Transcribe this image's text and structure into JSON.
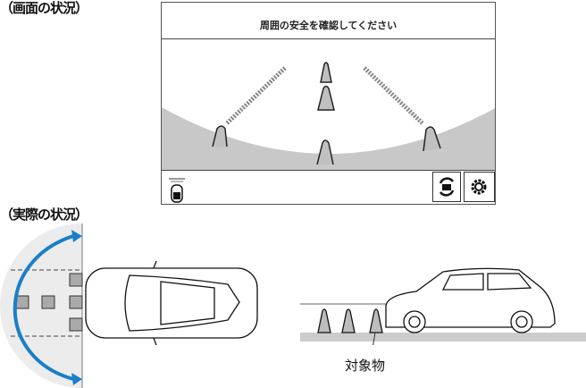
{
  "labels": {
    "screen_heading": "（画面の状況）",
    "actual_heading": "（実際の状況）",
    "object_label": "対象物"
  },
  "screen": {
    "message": "周囲の安全を確認してください",
    "buttons": {
      "view_switch": "view-switch-icon",
      "settings": "gear-icon"
    }
  },
  "colors": {
    "arrow": "#1a7fc8",
    "area": "#ececec",
    "cone": "#bdbdbd",
    "ground": "#cccccc"
  }
}
